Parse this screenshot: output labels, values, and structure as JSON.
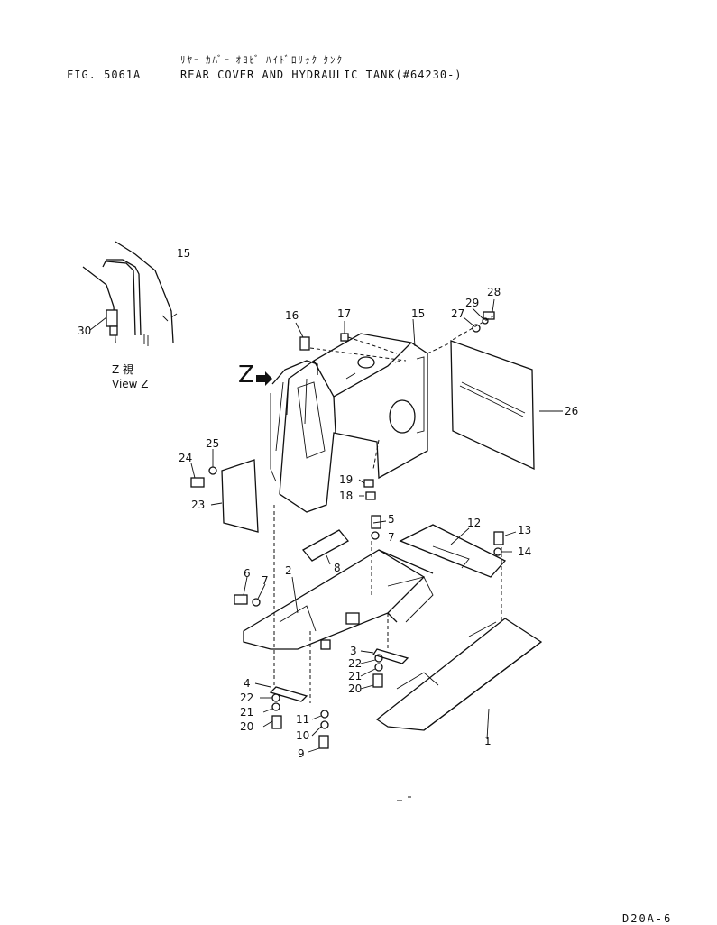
{
  "header": {
    "fig_number": "FIG. 5061A",
    "title_jp": "ﾘﾔｰ ｶﾊﾞｰ ｵﾖﾋﾞ ﾊｲﾄﾞﾛﾘｯｸ ﾀﾝｸ",
    "title": "REAR COVER AND HYDRAULIC TANK(#64230-)"
  },
  "detail_view": {
    "label_jp": "Z 視",
    "label": "View Z"
  },
  "view_arrow_label": "Z",
  "footer": {
    "code": "D20A-6"
  },
  "callouts": [
    "1",
    "2",
    "3",
    "4",
    "5",
    "6",
    "7",
    "7",
    "8",
    "9",
    "10",
    "11",
    "12",
    "13",
    "14",
    "15",
    "15",
    "16",
    "17",
    "18",
    "19",
    "20",
    "20",
    "21",
    "21",
    "22",
    "22",
    "23",
    "24",
    "25",
    "26",
    "27",
    "28",
    "29",
    "30"
  ]
}
